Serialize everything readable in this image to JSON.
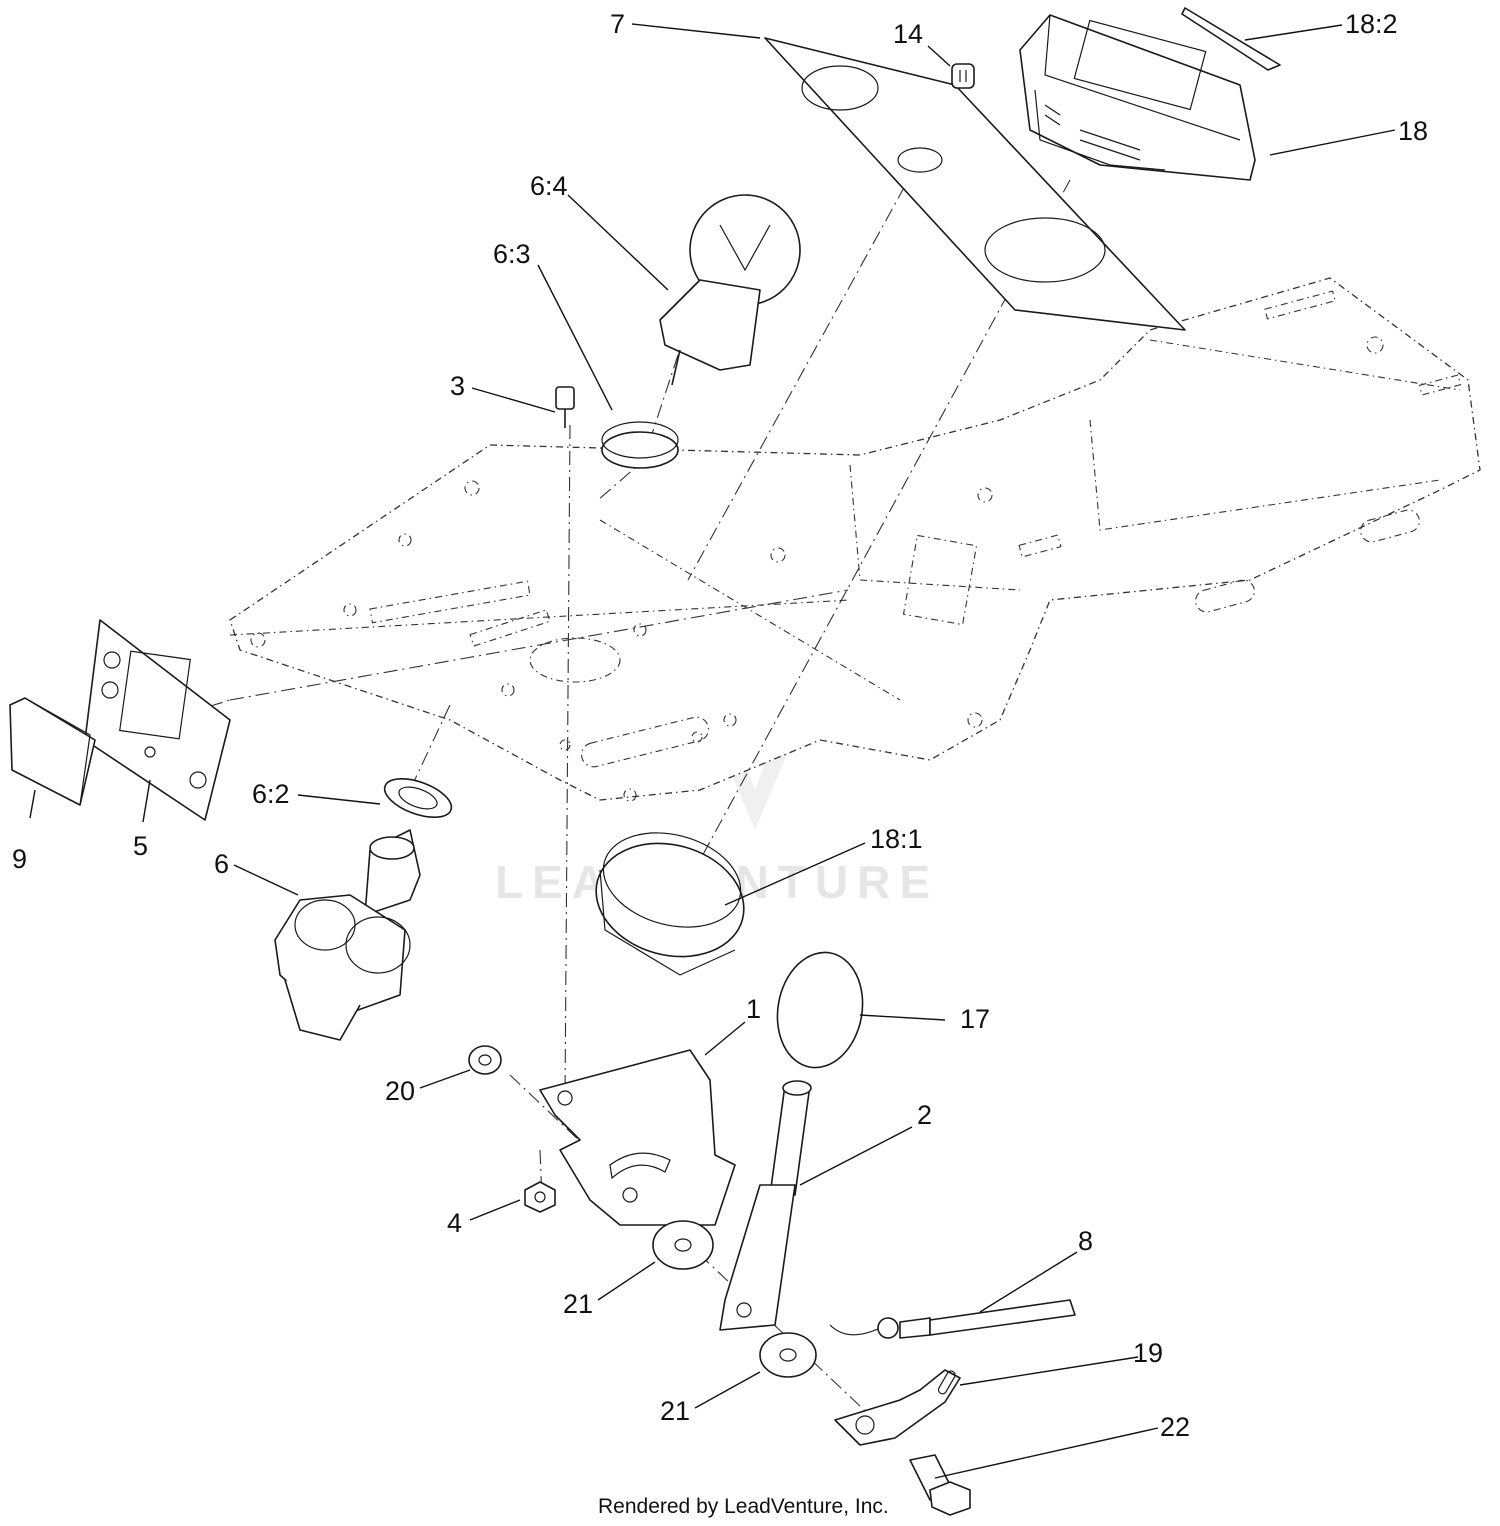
{
  "callouts": {
    "c1": "1",
    "c2": "2",
    "c3": "3",
    "c4": "4",
    "c5": "5",
    "c6": "6",
    "c6_2": "6:2",
    "c6_3": "6:3",
    "c6_4": "6:4",
    "c7": "7",
    "c8": "8",
    "c9": "9",
    "c14": "14",
    "c17": "17",
    "c18": "18",
    "c18_1": "18:1",
    "c18_2": "18:2",
    "c19": "19",
    "c20": "20",
    "c21a": "21",
    "c21b": "21",
    "c22": "22"
  },
  "watermark": "LEADVENTURE",
  "footer": "Rendered by LeadVenture, Inc."
}
